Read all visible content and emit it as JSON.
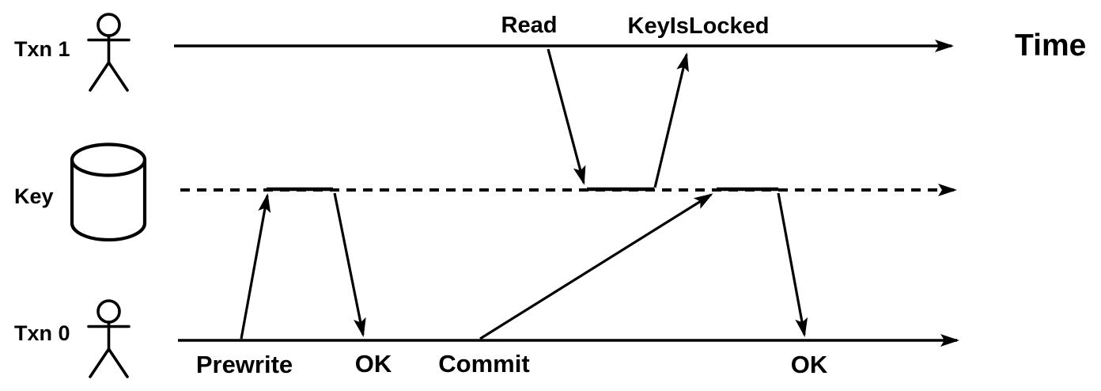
{
  "colors": {
    "ink": "#000000",
    "background": "#ffffff"
  },
  "axis": {
    "time_label": "Time"
  },
  "lanes": [
    {
      "id": "txn1",
      "label": "Txn 1",
      "icon": "person-icon",
      "line_style": "solid"
    },
    {
      "id": "key",
      "label": "Key",
      "icon": "database-icon",
      "line_style": "dashed"
    },
    {
      "id": "txn0",
      "label": "Txn 0",
      "icon": "person-icon",
      "line_style": "solid"
    }
  ],
  "messages": [
    {
      "id": "prewrite",
      "label": "Prewrite",
      "from": "txn0",
      "to": "key"
    },
    {
      "id": "prewrite-ok",
      "label": "OK",
      "from": "key",
      "to": "txn0"
    },
    {
      "id": "commit",
      "label": "Commit",
      "from": "txn0",
      "to": "key"
    },
    {
      "id": "read",
      "label": "Read",
      "from": "txn1",
      "to": "key"
    },
    {
      "id": "key-is-locked",
      "label": "KeyIsLocked",
      "from": "key",
      "to": "txn1"
    },
    {
      "id": "commit-ok",
      "label": "OK",
      "from": "key",
      "to": "txn0"
    }
  ]
}
